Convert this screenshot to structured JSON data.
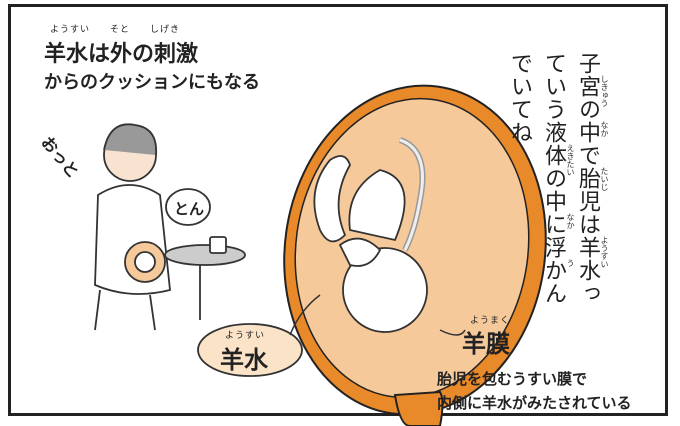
{
  "headline": {
    "line1": "羊水は外の刺激",
    "line1_furigana": "ようすい　　そと　　しげき",
    "line2": "からのクッションにもなる"
  },
  "narration_vertical": {
    "text": "子宮の中で胎児は羊水っていう液体の中に浮かんでいてね",
    "furigana": [
      "しきゅう",
      "なか",
      "たいじ",
      "ようすい",
      "えきたい",
      "なか",
      "う"
    ]
  },
  "sound_effects": {
    "oops": "おっと",
    "tap": "とん"
  },
  "labels": {
    "amniotic_fluid": {
      "furigana": "ようすい",
      "text": "羊水"
    },
    "amnion": {
      "furigana": "ようまく",
      "text": "羊膜"
    },
    "amnion_desc_line1": "胎児を包むうすい膜で",
    "amnion_desc_line2": "内側に羊水がみたされている"
  },
  "colors": {
    "uterus_wall": "#E8892A",
    "amniotic_fluid": "#F6C99A",
    "label_bubble": "#FBE3C8",
    "ink": "#222222"
  }
}
